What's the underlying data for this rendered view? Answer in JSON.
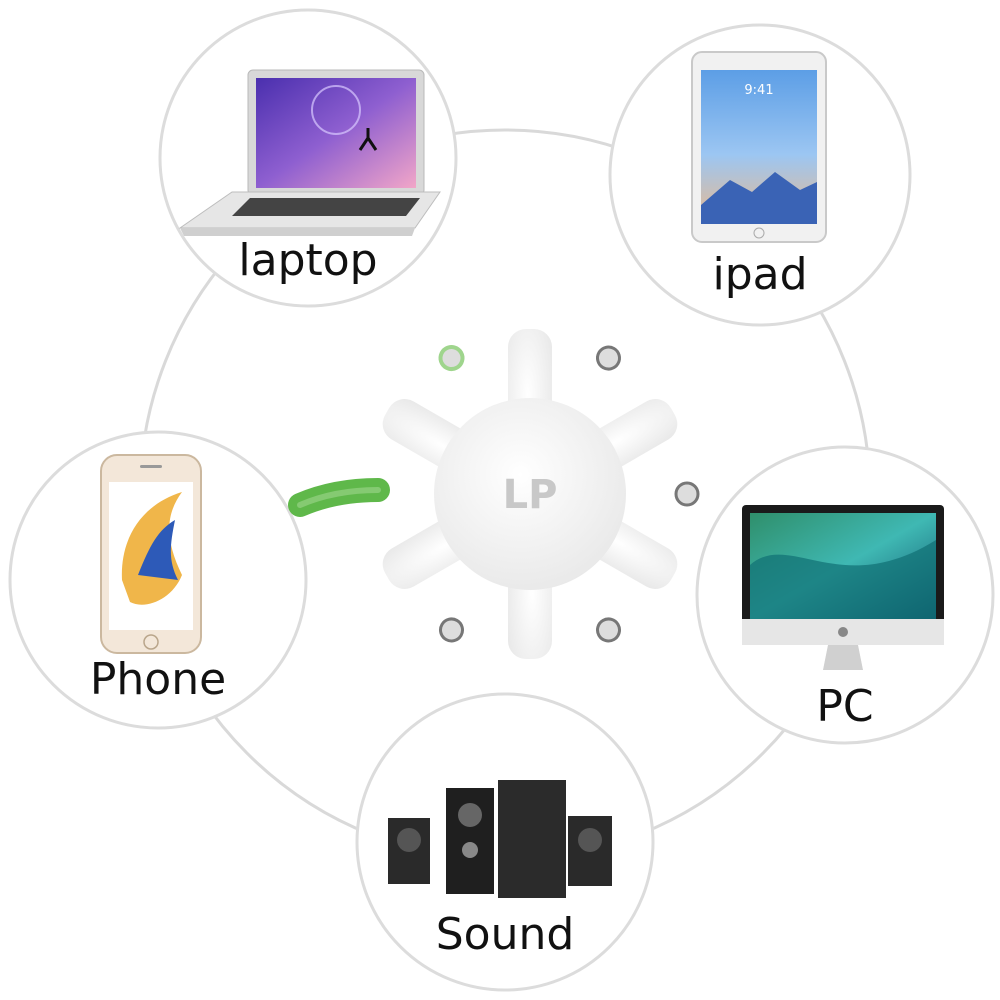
{
  "brand": {
    "logo_text": "LP"
  },
  "devices": [
    {
      "id": "laptop",
      "label": "laptop",
      "icon": "laptop-icon"
    },
    {
      "id": "ipad",
      "label": "ipad",
      "icon": "tablet-icon",
      "screen_time": "9:41"
    },
    {
      "id": "phone",
      "label": "Phone",
      "icon": "smartphone-icon"
    },
    {
      "id": "pc",
      "label": "PC",
      "icon": "desktop-monitor-icon"
    },
    {
      "id": "sound",
      "label": "Sound",
      "icon": "speaker-system-icon"
    }
  ],
  "colors": {
    "background": "#ffffff",
    "ring": "#d9d9d9",
    "circle_border": "#dcdcdc",
    "splitter_body": "#f4f4f4",
    "cable": "#5fb84a",
    "port_ring": "#9fd58d",
    "logo": "#c8c8c8"
  }
}
